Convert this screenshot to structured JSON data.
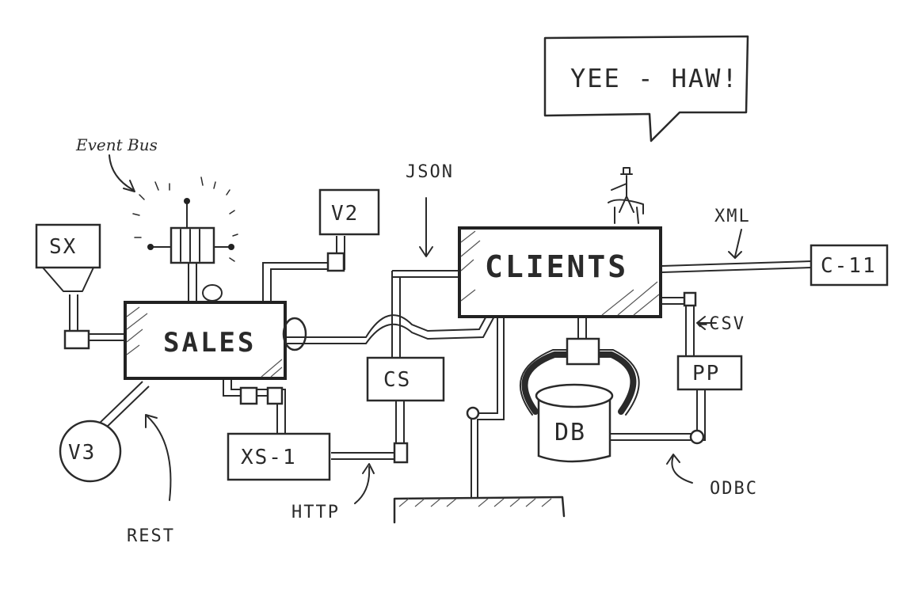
{
  "diagram": {
    "nodes": {
      "sales": "SALES",
      "clients": "CLIENTS",
      "sx": "SX",
      "v2": "V2",
      "v3": "V3",
      "cs": "CS",
      "xs1": "XS-1",
      "c11": "C-11",
      "pp": "PP",
      "db": "DB"
    },
    "labels": {
      "event_bus": "Event Bus",
      "json": "JSON",
      "xml": "XML",
      "csv": "←CSV",
      "odbc": "ODBC",
      "http": "HTTP",
      "rest": "REST"
    },
    "speech_bubble": "YEE - HAW!"
  }
}
